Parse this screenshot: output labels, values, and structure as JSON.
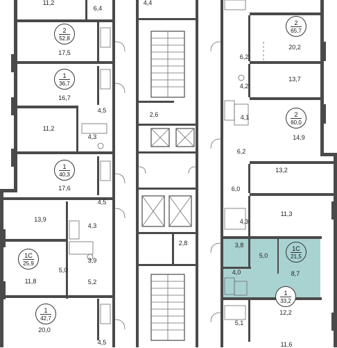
{
  "colors": {
    "wall": "#4a4a4a",
    "highlight": "#a9d3d1",
    "background": "#ffffff"
  },
  "apartments": [
    {
      "id": "a1",
      "rooms": "2",
      "total": "52,8"
    },
    {
      "id": "a2",
      "rooms": "1",
      "total": "36,7"
    },
    {
      "id": "a3",
      "rooms": "1",
      "total": "40,3"
    },
    {
      "id": "a4",
      "rooms": "1С",
      "total": "25,9"
    },
    {
      "id": "a5",
      "rooms": "1",
      "total": "42,7"
    },
    {
      "id": "a6",
      "rooms": "2",
      "total": "65,7"
    },
    {
      "id": "a7",
      "rooms": "2",
      "total": "60,0"
    },
    {
      "id": "a8",
      "rooms": "1С",
      "total": "21,5",
      "highlighted": true
    },
    {
      "id": "a9",
      "rooms": "1",
      "total": "33,2"
    }
  ],
  "areas": [
    "11,2",
    "6,4",
    "4,4",
    "17,5",
    "16,7",
    "4,5",
    "11,2",
    "4,3",
    "2,6",
    "17,6",
    "4,5",
    "13,9",
    "4,3",
    "3,9",
    "5,0",
    "11,8",
    "5,2",
    "2,8",
    "20,0",
    "4,5",
    "20,2",
    "6,2",
    "4,2",
    "13,7",
    "4,1",
    "14,9",
    "6,2",
    "13,2",
    "6,0",
    "11,3",
    "4,3",
    "3,8",
    "5,0",
    "4,0",
    "8,7",
    "12,2",
    "5,1",
    "11,6"
  ]
}
